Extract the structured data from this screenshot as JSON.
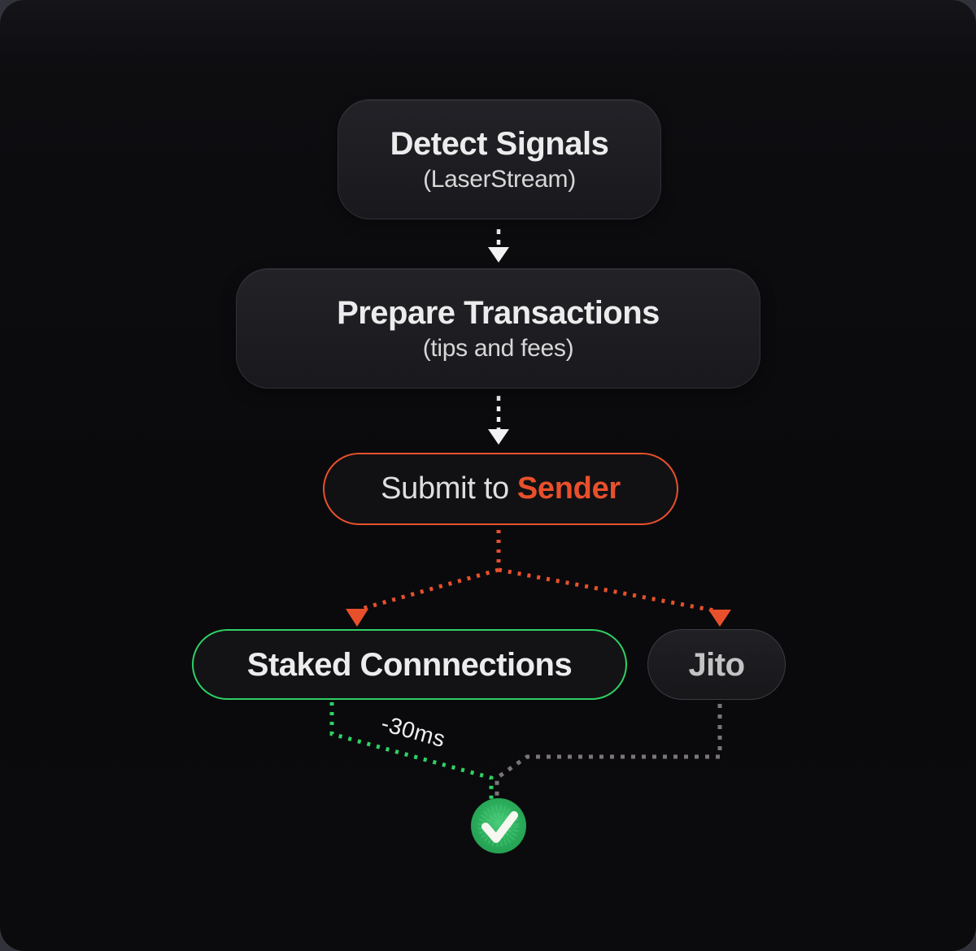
{
  "diagram": {
    "title_hint": "transaction submission flow",
    "nodes": [
      {
        "id": "detect",
        "title": "Detect Signals",
        "subtitle": "(LaserStream)"
      },
      {
        "id": "prepare",
        "title": "Prepare Transactions",
        "subtitle": "(tips and fees)"
      },
      {
        "id": "submit",
        "text_prefix": "Submit to",
        "text_highlight": "Sender"
      },
      {
        "id": "staked",
        "title": "Staked Connnections"
      },
      {
        "id": "jito",
        "title": "Jito"
      }
    ],
    "edges": [
      {
        "from": "detect",
        "to": "prepare",
        "style": "dashed-white"
      },
      {
        "from": "prepare",
        "to": "submit",
        "style": "dashed-white"
      },
      {
        "from": "submit",
        "to": "staked",
        "style": "dotted-orange"
      },
      {
        "from": "submit",
        "to": "jito",
        "style": "dotted-orange"
      },
      {
        "from": "staked",
        "to": "success",
        "style": "dotted-green",
        "label": "-30ms"
      },
      {
        "from": "jito",
        "to": "success",
        "style": "dotted-gray"
      }
    ],
    "edge_label": "-30ms",
    "icons": {
      "success": "check-icon"
    },
    "colors": {
      "outer_background": "#32323b",
      "panel_background": "#0a0a0c",
      "node_background": "#1b1b1f",
      "node_border": "#2f2f36",
      "accent_orange": "#e8502b",
      "accent_green": "#2ed164",
      "gray_line": "#7b7576",
      "white_line": "#f2f2f2",
      "success_green": "#23a652",
      "title_text": "#ececec",
      "subtitle_text": "#d7d7d7"
    }
  }
}
